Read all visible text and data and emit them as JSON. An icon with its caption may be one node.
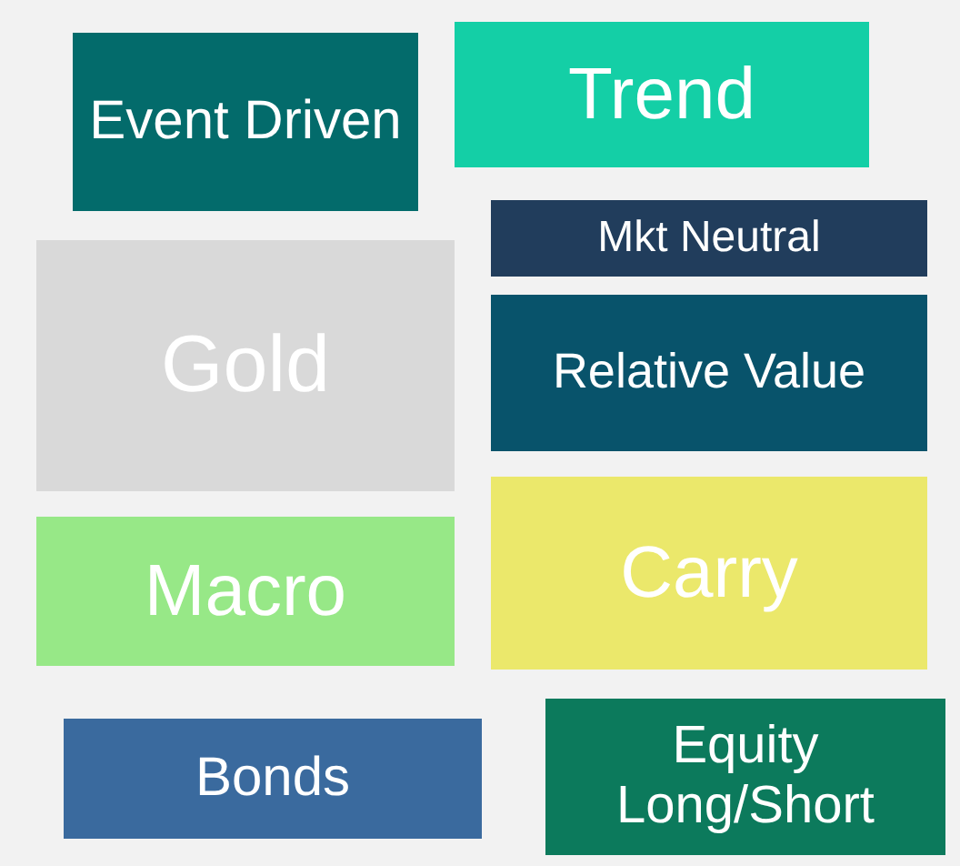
{
  "diagram": {
    "nodes": [
      {
        "text": [
          "Trend"
        ]
      },
      {
        "text": [
          "Event Driven"
        ]
      },
      {
        "text": [
          "Mkt Neutral"
        ]
      },
      {
        "text": [
          "Gold"
        ]
      },
      {
        "text": [
          "Relative Value"
        ]
      },
      {
        "text": [
          "Macro"
        ]
      },
      {
        "text": [
          "Carry"
        ]
      },
      {
        "text": [
          "Bonds"
        ]
      },
      {
        "text": [
          "Equity Long/Short"
        ]
      }
    ]
  }
}
